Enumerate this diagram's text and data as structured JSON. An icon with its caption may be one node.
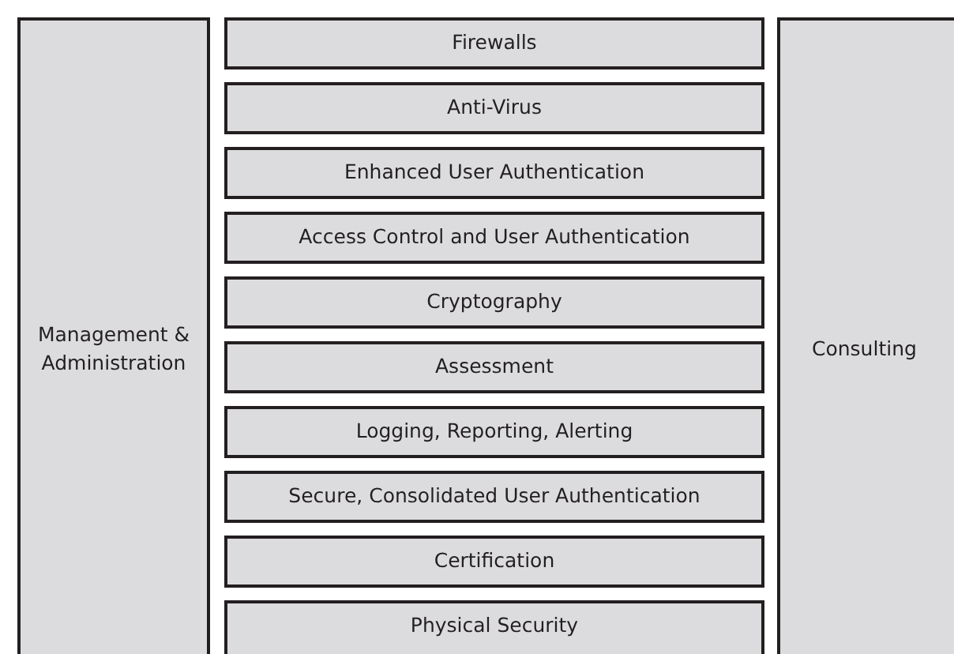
{
  "diagram": {
    "nodes": [
      {
        "text": [
          "Management & Administration"
        ]
      },
      {
        "text": [
          "Firewalls"
        ]
      },
      {
        "text": [
          "Anti-Virus"
        ]
      },
      {
        "text": [
          "Enhanced User Authentication"
        ]
      },
      {
        "text": [
          "Access Control and User Authentication"
        ]
      },
      {
        "text": [
          "Cryptography"
        ]
      },
      {
        "text": [
          "Assessment"
        ]
      },
      {
        "text": [
          "Logging, Reporting, Alerting"
        ]
      },
      {
        "text": [
          "Secure, Consolidated User Authentication"
        ]
      },
      {
        "text": [
          "Certification"
        ]
      },
      {
        "text": [
          "Physical Security"
        ]
      },
      {
        "text": [
          "Consulting"
        ]
      }
    ]
  }
}
